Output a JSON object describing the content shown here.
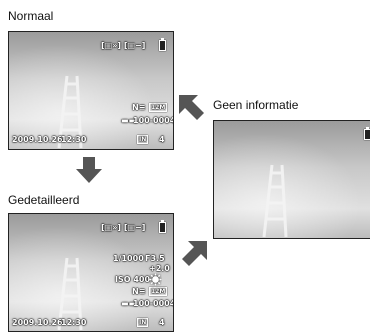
{
  "labels": {
    "normal": "Normaal",
    "none": "Geen informatie",
    "detailed": "Gedetailleerd"
  },
  "normal_screen": {
    "top_icons": "[□»] [□−]",
    "fine_label": "N≡",
    "size_label": "12M",
    "card_icon": "▬▬",
    "file_number": "100-0004",
    "date": "2009.10.26",
    "time": "12:30",
    "memory_label": "IN",
    "shots": "4"
  },
  "detailed_screen": {
    "top_icons": "[□»] [□−]",
    "shutter": "1/1000",
    "aperture": "F3.5",
    "exposure": "+2.0",
    "iso": "ISO 400",
    "wb_icon": "sun-icon",
    "fine_label": "N≡",
    "size_label": "12M",
    "card_icon": "▬▬",
    "file_number": "100-0004",
    "date": "2009.10.26",
    "time": "12:30",
    "memory_label": "IN",
    "shots": "4"
  },
  "colors": {
    "arrow": "#555555",
    "screen_border": "#222222"
  }
}
